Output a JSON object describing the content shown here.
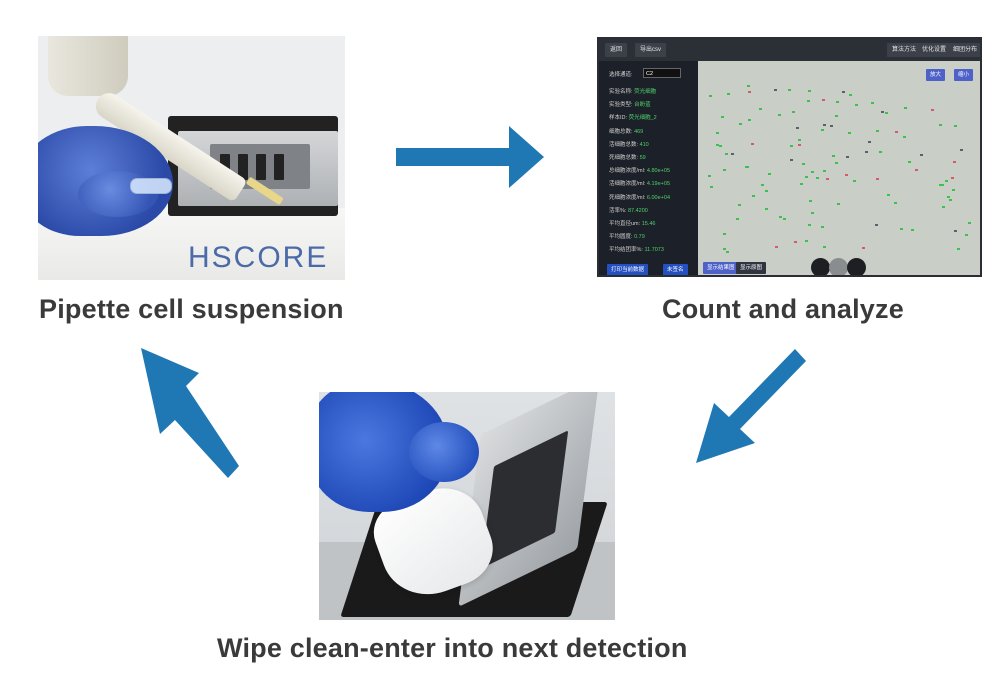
{
  "steps": [
    {
      "caption": "Pipette cell suspension"
    },
    {
      "caption": "Count and analyze"
    },
    {
      "caption": "Wipe clean-enter into next detection"
    }
  ],
  "photo1": {
    "brand_text": "HSCORE"
  },
  "screen": {
    "top_buttons": {
      "back": "返回",
      "export": "导出csv",
      "algorithm": "算法方法",
      "settings": "优化设置",
      "distribution": "细团分布"
    },
    "channel_label": "选择通道:",
    "channel_value": "C2",
    "rows": [
      {
        "label": "实验名称:",
        "value": "荧光细胞"
      },
      {
        "label": "实验类型:",
        "value": "台盼蓝"
      },
      {
        "label": "样本ID:",
        "value": "荧光细胞_2"
      },
      {
        "label": "细胞总数:",
        "value": "469"
      },
      {
        "label": "活细胞总数:",
        "value": "410"
      },
      {
        "label": "死细胞总数:",
        "value": "59"
      },
      {
        "label": "总细胞浓度/ml:",
        "value": "4.80e+05"
      },
      {
        "label": "活细胞浓度/ml:",
        "value": "4.19e+05"
      },
      {
        "label": "死细胞浓度/ml:",
        "value": "6.00e+04"
      },
      {
        "label": "活率%:",
        "value": "87.4200"
      },
      {
        "label": "平均直径um:",
        "value": "15.46"
      },
      {
        "label": "平均圆度:",
        "value": "0.79"
      },
      {
        "label": "平均结团率%:",
        "value": "11.7073"
      }
    ],
    "print_button": "打印当前数据",
    "sign_button": "未签名",
    "zoom_in": "放大",
    "zoom_out": "缩小",
    "show_result": "显示结果图",
    "show_original": "显示原图",
    "dot_colors": [
      "#1d1f22",
      "#8a8d90",
      "#1d1f22"
    ]
  },
  "colors": {
    "arrow": "#1f78b4",
    "caption": "#3a3a3a"
  }
}
